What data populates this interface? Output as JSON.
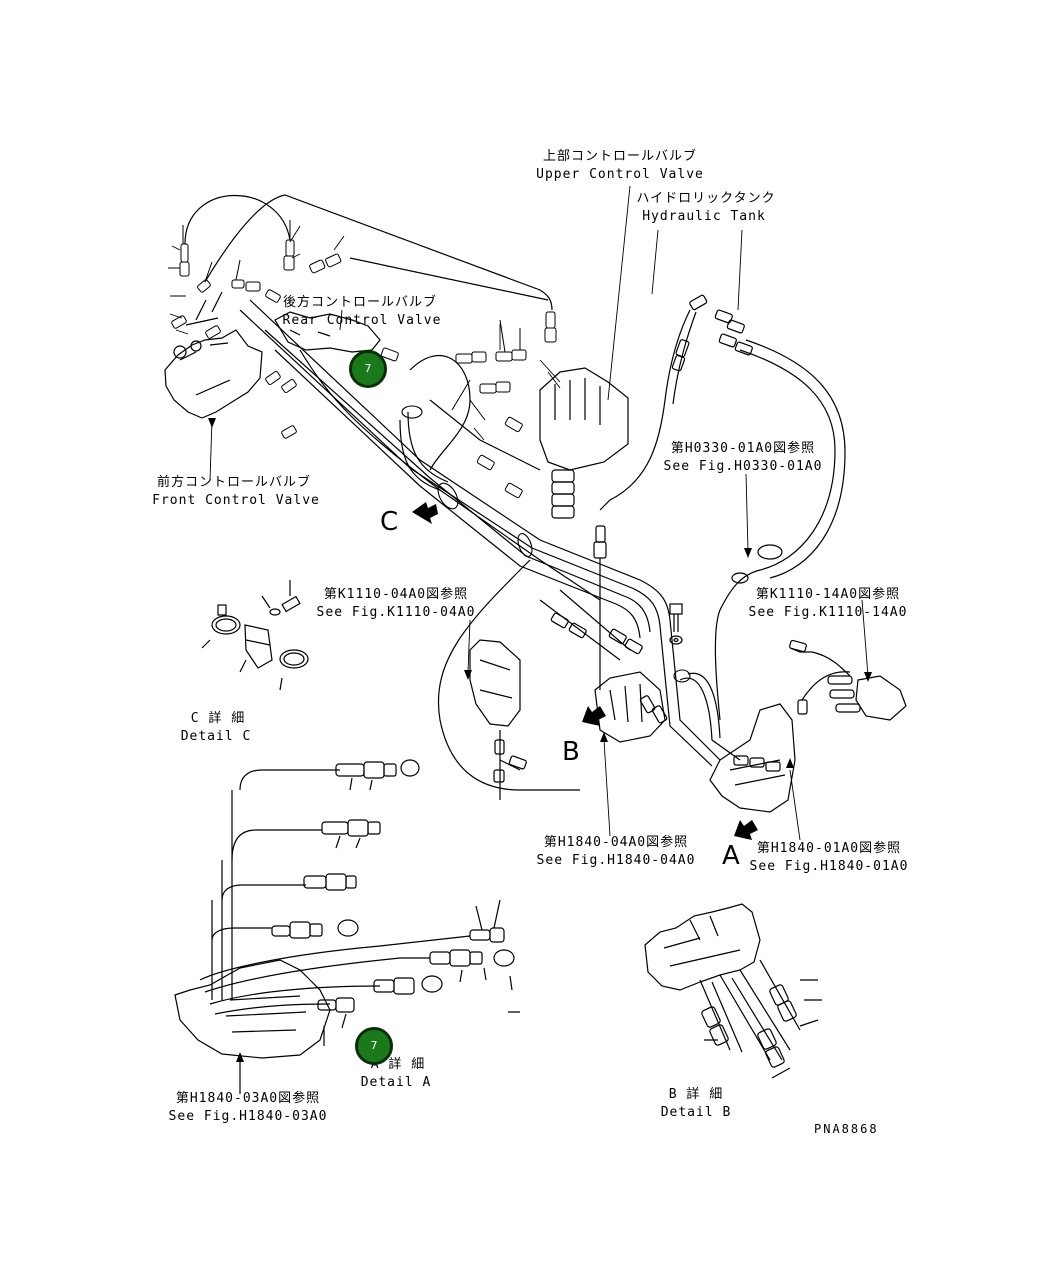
{
  "labels": {
    "upper_jp": "上部コントロールバルブ",
    "upper_en": "Upper Control Valve",
    "tank_jp": "ハイドロリックタンク",
    "tank_en": "Hydraulic Tank",
    "rear_jp": "後方コントロールバルブ",
    "rear_en": "Rear Control Valve",
    "front_jp": "前方コントロールバルブ",
    "front_en": "Front Control Valve",
    "h0330_jp": "第H0330-01A0図参照",
    "h0330_en": "See Fig.H0330-01A0",
    "k111004_jp": "第K1110-04A0図参照",
    "k111004_en": "See Fig.K1110-04A0",
    "k111014_jp": "第K1110-14A0図参照",
    "k111014_en": "See Fig.K1110-14A0",
    "h184004_jp": "第H1840-04A0図参照",
    "h184004_en": "See Fig.H1840-04A0",
    "h184001_jp": "第H1840-01A0図参照",
    "h184001_en": "See Fig.H1840-01A0",
    "h184003_jp": "第H1840-03A0図参照",
    "h184003_en": "See Fig.H1840-03A0",
    "detail_c_jp": "C 詳 細",
    "detail_c_en": "Detail C",
    "detail_a_jp": "A 詳 細",
    "detail_a_en": "Detail A",
    "detail_b_jp": "B 詳 細",
    "detail_b_en": "Detail B",
    "drawing_no": "PNA8868"
  },
  "view_letters": {
    "a": "A",
    "b": "B",
    "c": "C"
  },
  "callouts": [
    {
      "label": "7"
    },
    {
      "label": "7"
    }
  ]
}
